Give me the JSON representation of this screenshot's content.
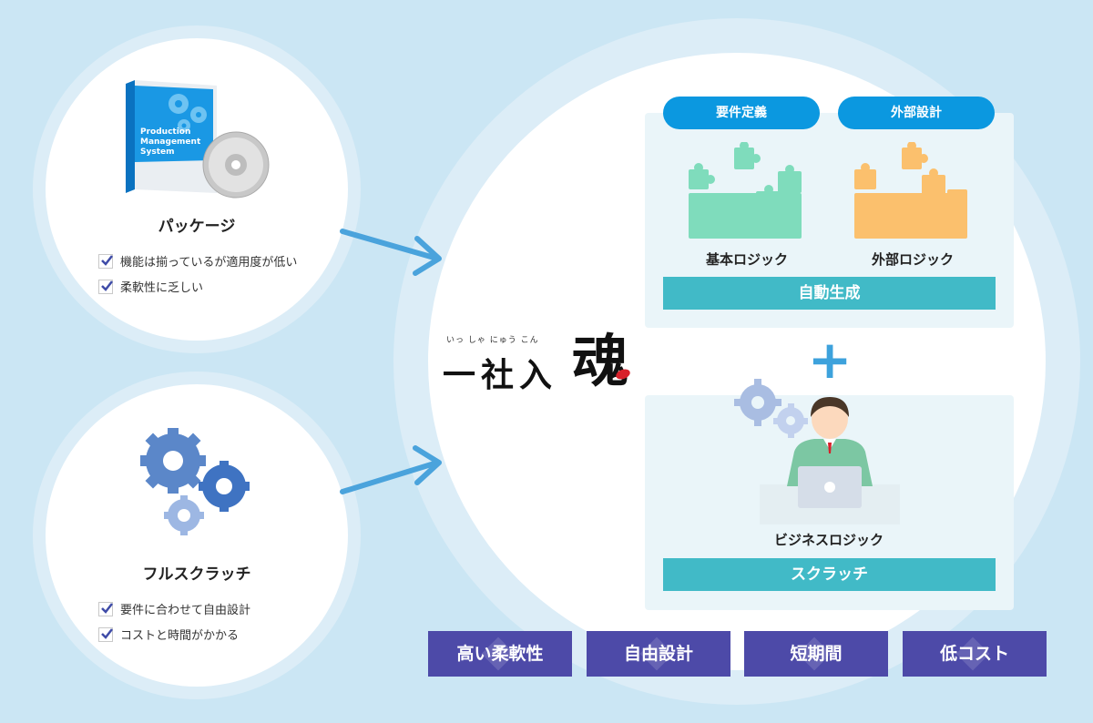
{
  "left": {
    "package": {
      "box_text": "Production\nManagement\nSystem",
      "title": "パッケージ",
      "points": [
        "機能は揃っているが適用度が低い",
        "柔軟性に乏しい"
      ]
    },
    "scratch": {
      "title": "フルスクラッチ",
      "points": [
        "要件に合わせて自由設計",
        "コストと時間がかかる"
      ]
    }
  },
  "brand": {
    "ruby": "いっ しゃ にゅう こん",
    "name": "一社入",
    "soul": "魂"
  },
  "auto": {
    "tags": [
      "要件定義",
      "外部設計"
    ],
    "logics": [
      "基本ロジック",
      "外部ロジック"
    ],
    "bar": "自動生成"
  },
  "plus": "+",
  "manual": {
    "logic": "ビジネスロジック",
    "bar": "スクラッチ"
  },
  "benefits": [
    "高い柔軟性",
    "自由設計",
    "短期間",
    "低コスト"
  ],
  "colors": {
    "background": "#cbe6f4",
    "pill": "#0b98e0",
    "bar": "#41bac7",
    "benefit": "#4d4aa8",
    "arrow": "#4aa3dc",
    "puzzle_green": "#7fdcbc",
    "puzzle_orange": "#fbc06d"
  }
}
